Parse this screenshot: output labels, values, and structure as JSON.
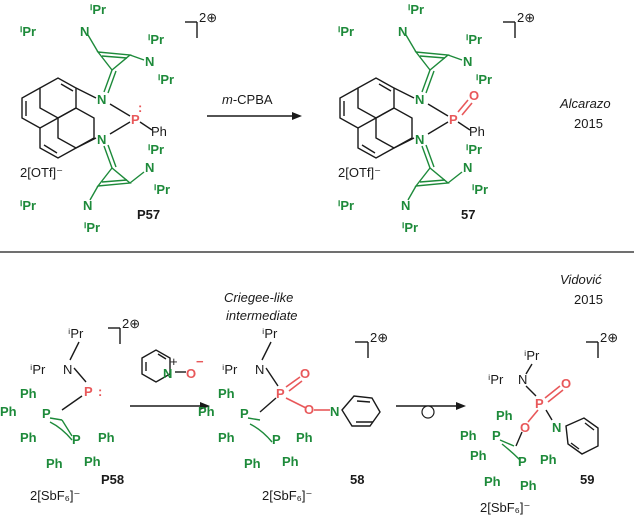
{
  "colors": {
    "nitrogen_group": "#1d8a3a",
    "phosphorus": "#e8585a",
    "text": "#1a1a1a"
  },
  "top": {
    "reagent": "m-CPBA",
    "reagent_italic_prefix": "m",
    "reagent_rest": "-CPBA",
    "reference_author": "Alcarazo",
    "reference_year": "2015",
    "charge": "2⊕",
    "counterion": "2[OTf]⁻",
    "reactant_label": "P57",
    "product_label": "57",
    "ipr": "ⁱPr",
    "atom_N": "N",
    "atom_P": "P",
    "atom_O": "O",
    "ph": "Ph"
  },
  "bottom": {
    "reference_author": "Vidović",
    "reference_year": "2015",
    "intermediate_line1": "Criegee-like",
    "intermediate_line2": "intermediate",
    "charge": "2⊕",
    "counterion": "2[SbF₆]⁻",
    "reactant_label": "P58",
    "intermediate_label": "58",
    "product_label": "59",
    "ipr": "ⁱPr",
    "ph": "Ph",
    "atom_N": "N",
    "atom_P": "P",
    "atom_O": "O",
    "pyridine_n_charge": "+",
    "pyridine_o_charge": "−"
  }
}
